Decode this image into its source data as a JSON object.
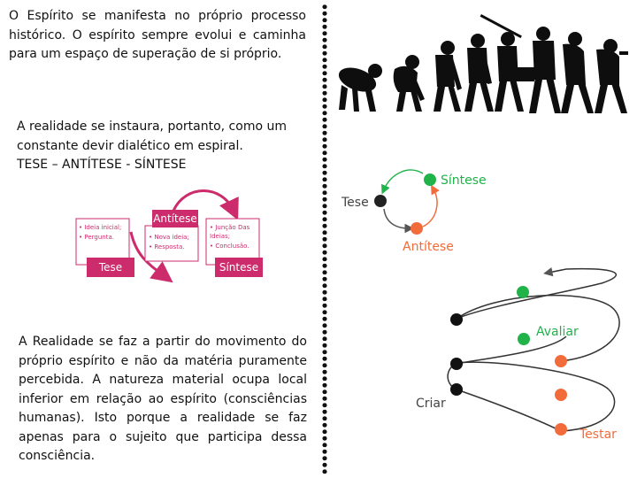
{
  "text": {
    "paragraph_1": "O Espírito se manifesta no próprio processo histórico. O espírito sempre evolui e caminha para um espaço de superação de si próprio.",
    "paragraph_2_line_1": "A realidade se instaura, portanto, como um constante devir dialético em espiral.",
    "paragraph_2_line_2": "TESE – ANTÍTESE - SÍNTESE",
    "paragraph_3": "A Realidade se faz a partir do movimento do próprio espírito e não da matéria puramente percebida. A natureza material ocupa local inferior em relação ao espírito (consciências humanas). Isto porque a realidade se faz apenas para o sujeito que participa dessa consciência."
  },
  "cycle_diagram": {
    "tese": "Tese",
    "antitese": "Antítese",
    "sintese": "Síntese",
    "tese_items": [
      "• Ideia inicial;",
      "• Pergunta."
    ],
    "antitese_items": [
      "• Nova ideia;",
      "• Resposta."
    ],
    "sintese_items": [
      "• Junção Das",
      "  Ideias;",
      "• Conclusão."
    ],
    "accent": "#cc2b6c"
  },
  "triad_diagram": {
    "tese": "Tese",
    "sintese": "Síntese",
    "antitese": "Antítese",
    "colors": {
      "tese": "#222222",
      "sintese": "#1fb34a",
      "antitese": "#f26b3a"
    }
  },
  "spiral_diagram": {
    "criar": "Criar",
    "avaliar": "Avaliar",
    "testar": "Testar",
    "colors": {
      "criar": "#111111",
      "avaliar": "#1fb34a",
      "testar": "#f26b3a"
    }
  },
  "evolution_figure": {
    "figure_count": 8,
    "icon": "human-evolution-silhouette-icon"
  }
}
